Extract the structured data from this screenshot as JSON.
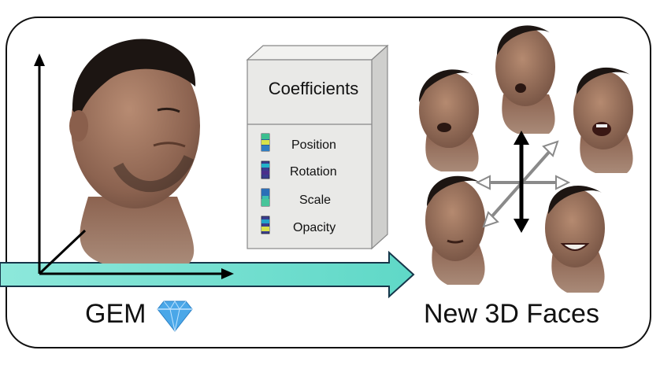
{
  "labels": {
    "method": "GEM",
    "method_icon": "diamond-icon",
    "output": "New 3D Faces"
  },
  "coefficients_box": {
    "title": "Coefficients",
    "items": [
      "Position",
      "Rotation",
      "Scale",
      "Opacity"
    ]
  },
  "colors": {
    "arrow_fill": "#7fe3d3",
    "arrow_stroke": "#16364a",
    "box_fill": "#e9e9e7",
    "box_side": "#cfcfcd",
    "diamond": "#4aa7e8"
  },
  "faces": {
    "main": "face-neutral-eyes-closed",
    "variants": [
      "face-talking",
      "face-mouth-open",
      "face-yelling",
      "face-neutral",
      "face-smiling"
    ]
  }
}
